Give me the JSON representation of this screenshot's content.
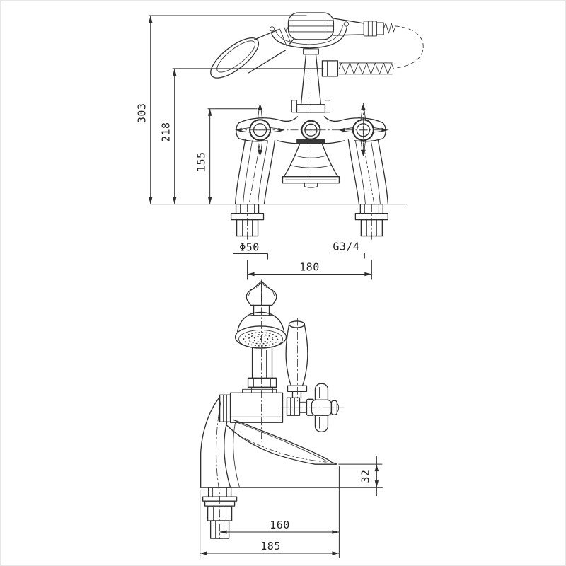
{
  "title": "Bath shower mixer tap technical drawing",
  "colors": {
    "background": "#ffffff",
    "line": "#2e2e2e",
    "frame": "#e6e6e6"
  },
  "dimensions": {
    "overall_height": "303",
    "hose_connection_height": "218",
    "handle_top_height": "155",
    "base_flange_diameter": "Φ50",
    "inlet_thread": "G3/4",
    "tap_centres": "180",
    "spout_base_clearance": "32",
    "spout_reach": "160",
    "overall_depth": "185"
  }
}
